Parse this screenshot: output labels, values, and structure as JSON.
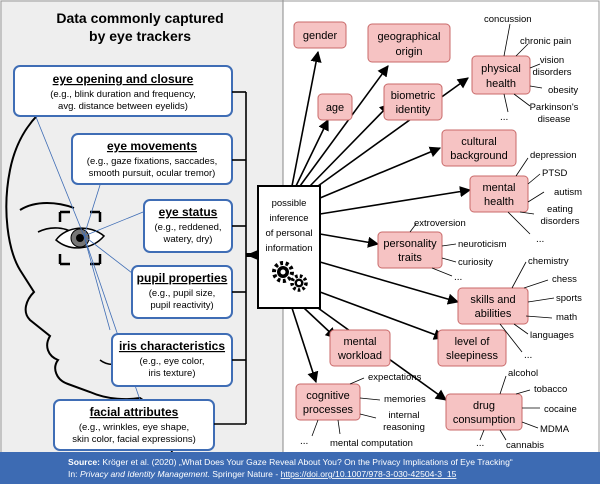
{
  "title": [
    "Data commonly captured",
    "by eye trackers"
  ],
  "captured": [
    {
      "title": "eye opening and closure",
      "desc": [
        "(e.g., blink duration and frequency,",
        "avg. distance between eyelids)"
      ]
    },
    {
      "title": "eye movements",
      "desc": [
        "(e.g., gaze fixations, saccades,",
        "smooth pursuit, ocular tremor)"
      ]
    },
    {
      "title": "eye status",
      "desc": [
        "(e.g., reddened,",
        "watery, dry)"
      ]
    },
    {
      "title": "pupil properties",
      "desc": [
        "(e.g., pupil size,",
        "pupil reactivity)"
      ]
    },
    {
      "title": "iris characteristics",
      "desc": [
        "(e.g., eye color,",
        "iris texture)"
      ]
    },
    {
      "title": "facial attributes",
      "desc": [
        "(e.g., wrinkles, eye shape,",
        "skin color, facial expressions)"
      ]
    }
  ],
  "center": [
    "possible",
    "inference",
    "of personal",
    "information"
  ],
  "inferred": [
    {
      "label": [
        "gender"
      ]
    },
    {
      "label": [
        "geographical",
        "origin"
      ]
    },
    {
      "label": [
        "physical",
        "health"
      ]
    },
    {
      "label": [
        "age"
      ]
    },
    {
      "label": [
        "biometric",
        "identity"
      ]
    },
    {
      "label": [
        "cultural",
        "background"
      ]
    },
    {
      "label": [
        "mental",
        "health"
      ]
    },
    {
      "label": [
        "personality",
        "traits"
      ]
    },
    {
      "label": [
        "skills and",
        "abilities"
      ]
    },
    {
      "label": [
        "mental",
        "workload"
      ]
    },
    {
      "label": [
        "level of",
        "sleepiness"
      ]
    },
    {
      "label": [
        "cognitive",
        "processes"
      ]
    },
    {
      "label": [
        "drug",
        "consumption"
      ]
    }
  ],
  "examples": {
    "physical_health": [
      "concussion",
      "chronic pain",
      "vision",
      "disorders",
      "obesity",
      "Parkinson's",
      "disease",
      "..."
    ],
    "mental_health": [
      "depression",
      "PTSD",
      "autism",
      "eating",
      "disorders",
      "..."
    ],
    "personality": [
      "extroversion",
      "neuroticism",
      "curiosity",
      "..."
    ],
    "skills": [
      "chemistry",
      "chess",
      "sports",
      "math",
      "languages",
      "..."
    ],
    "cognitive": [
      "expectations",
      "memories",
      "internal",
      "reasoning",
      "mental computation",
      "..."
    ],
    "drug": [
      "alcohol",
      "tobacco",
      "cocaine",
      "MDMA",
      "cannabis",
      "..."
    ]
  },
  "source": {
    "line1_bold": "Source:",
    "line1_rest": " Kröger et al. (2020) „What Does Your Gaze Reveal About You? On the Privacy Implications of Eye Tracking“",
    "line2_pre": "In: ",
    "line2_italic": "Privacy and Identity Management",
    "line2_mid": ". Springer Nature - ",
    "line2_link": "https://doi.org/10.1007/978-3-030-42504-3_15"
  },
  "colors": {
    "pink_fill": "#f6c3c3",
    "pink_stroke": "#c96a6a",
    "blue": "#3f6db5",
    "footer": "#3d6bb3",
    "left_bg": "#eeeeee"
  }
}
